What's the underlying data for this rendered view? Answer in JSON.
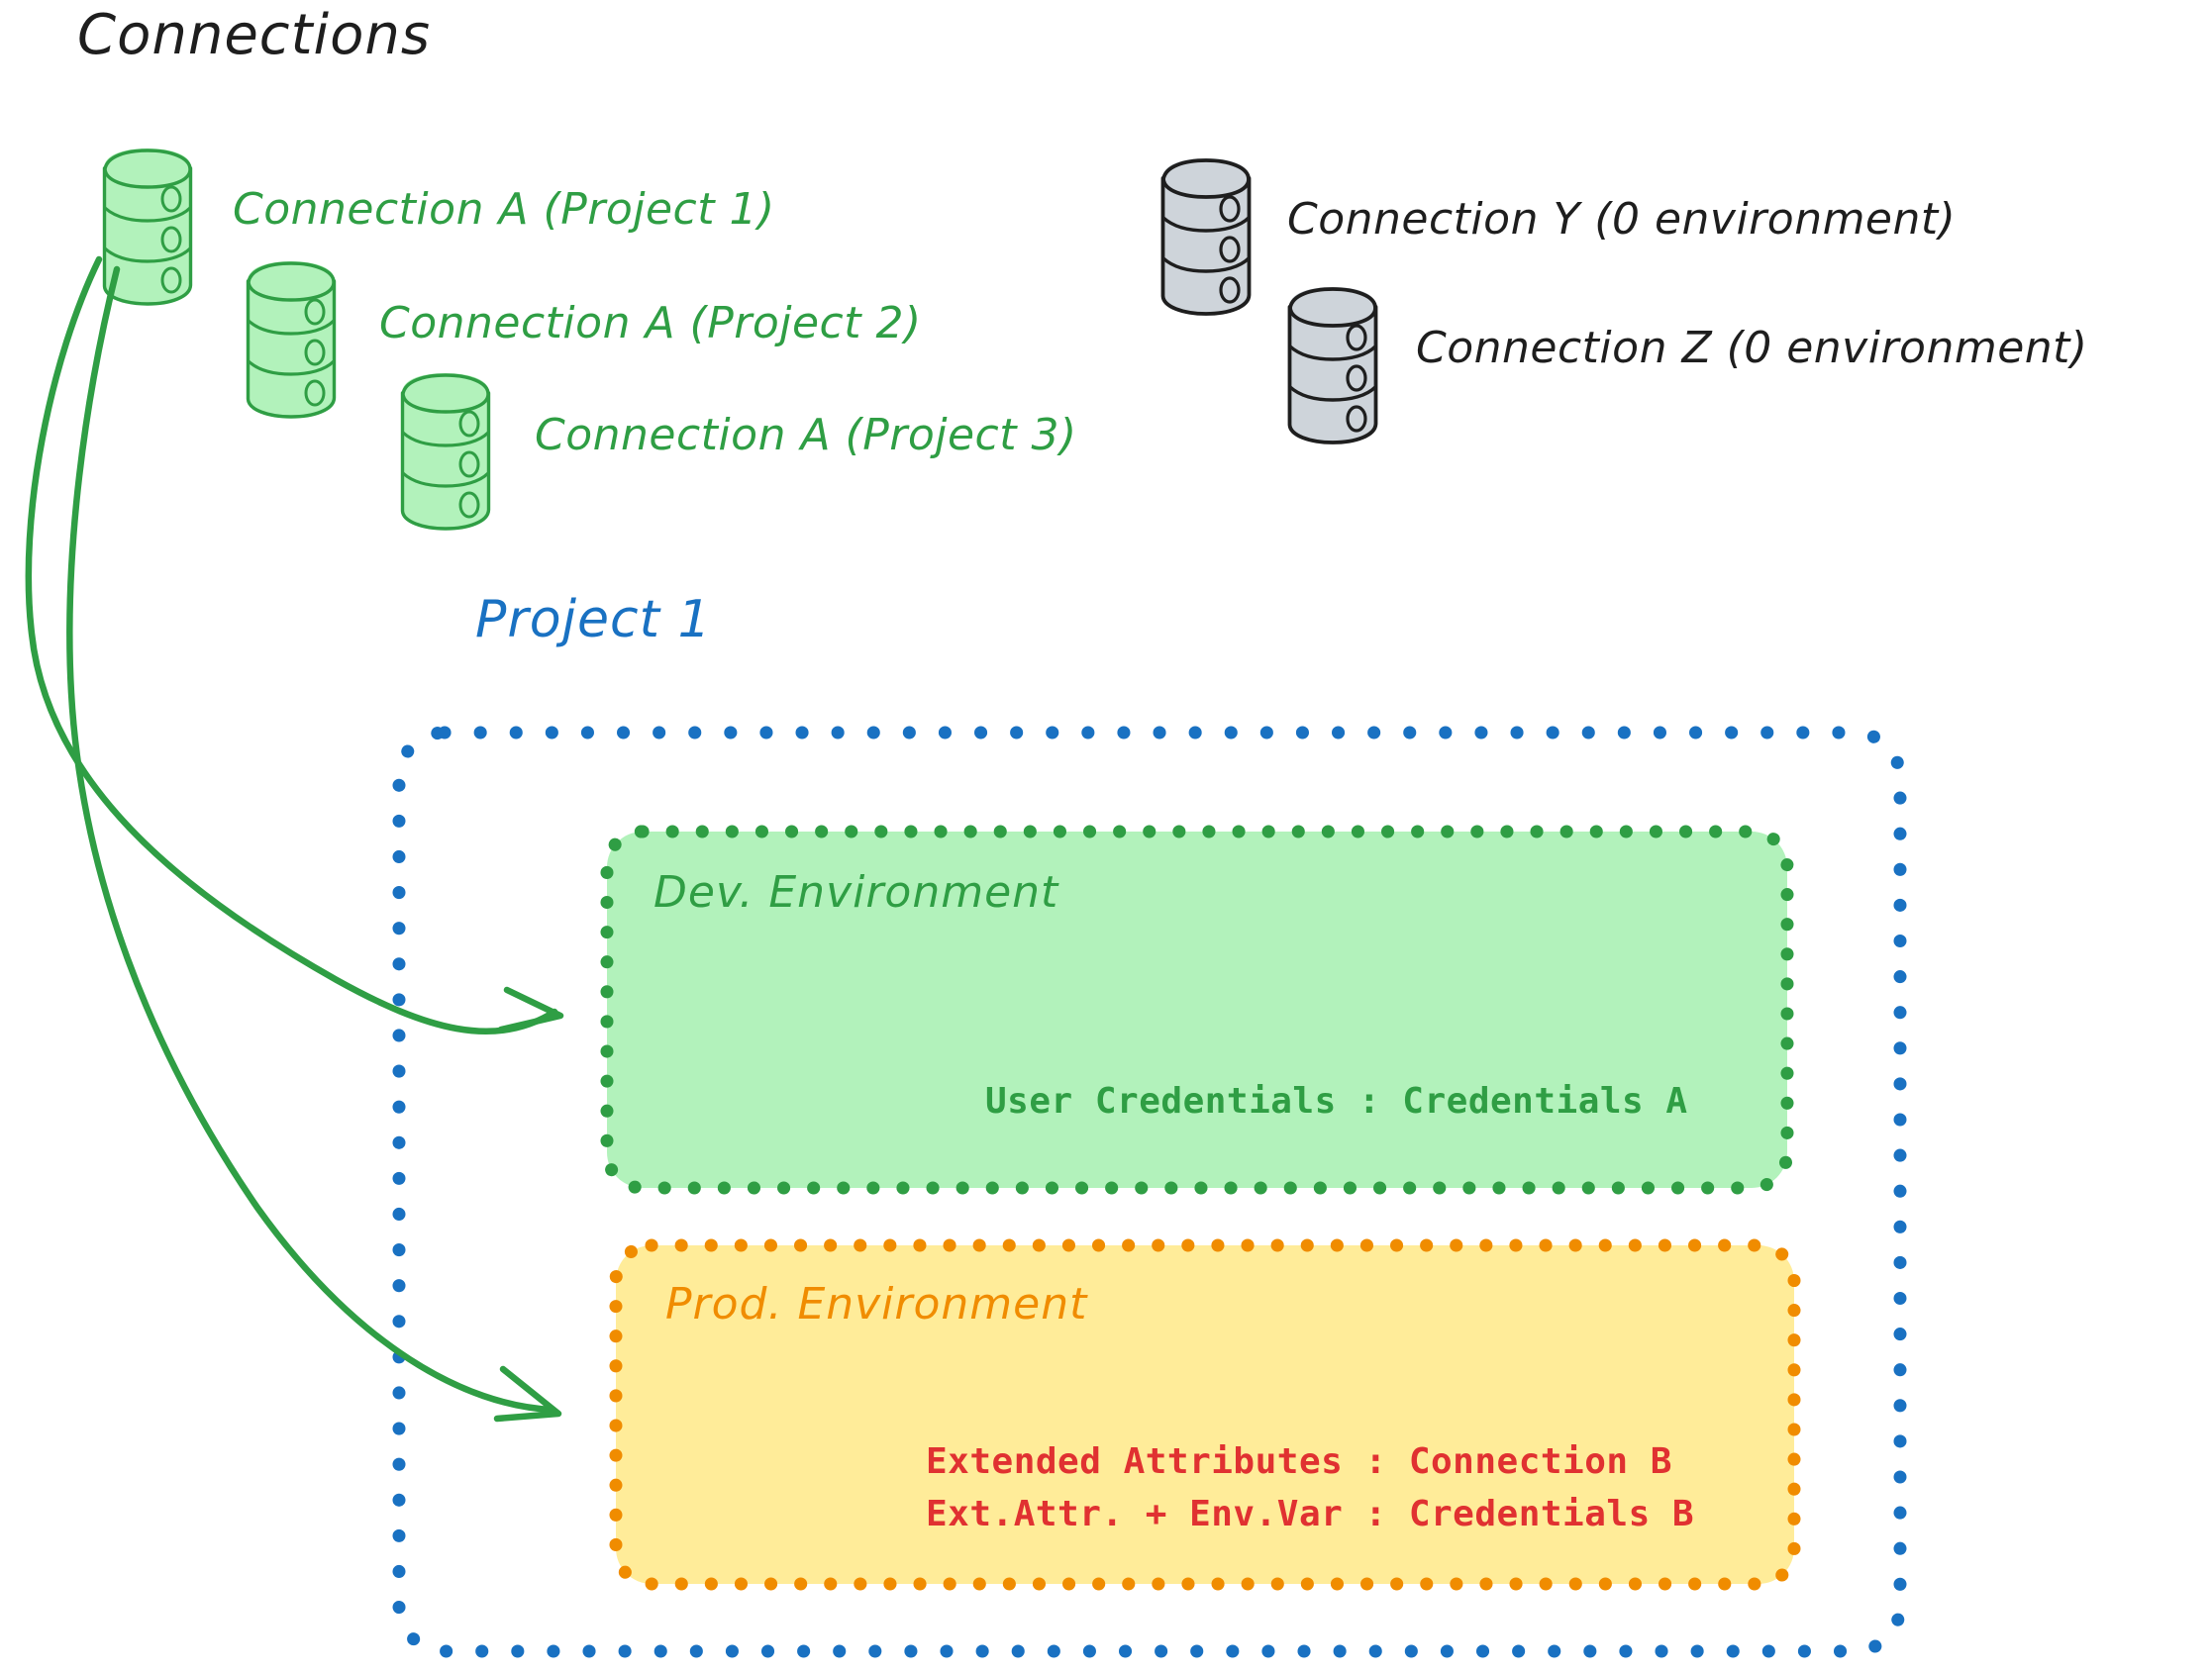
{
  "diagram": {
    "title": "Connections",
    "connections_green": [
      {
        "label": "Connection A (Project 1)",
        "icon": "database-icon",
        "color": "#2f9e44"
      },
      {
        "label": "Connection A (Project 2)",
        "icon": "database-icon",
        "color": "#2f9e44"
      },
      {
        "label": "Connection A (Project 3)",
        "icon": "database-icon",
        "color": "#2f9e44"
      }
    ],
    "connections_gray": [
      {
        "label": "Connection Y (0 environment)",
        "icon": "database-icon",
        "color": "#1e1e1e"
      },
      {
        "label": "Connection Z (0 environment)",
        "icon": "database-icon",
        "color": "#1e1e1e"
      }
    ],
    "project": {
      "title": "Project 1",
      "border_color": "#1971c2",
      "environments": [
        {
          "title": "Dev. Environment",
          "fill": "#b2f2bb",
          "stroke": "#2f9e44",
          "lines": [
            "User Credentials : Credentials A"
          ],
          "text_color": "#2f9e44"
        },
        {
          "title": "Prod. Environment",
          "fill": "#ffec99",
          "stroke": "#f08c00",
          "lines": [
            "Extended Attributes : Connection B",
            "Ext.Attr. + Env.Var : Credentials B"
          ],
          "text_color": "#e03131"
        }
      ]
    },
    "arrows": [
      {
        "name": "arrow-connection-a-to-dev",
        "color": "#2f9e44"
      },
      {
        "name": "arrow-connection-a-to-prod",
        "color": "#2f9e44"
      }
    ]
  }
}
